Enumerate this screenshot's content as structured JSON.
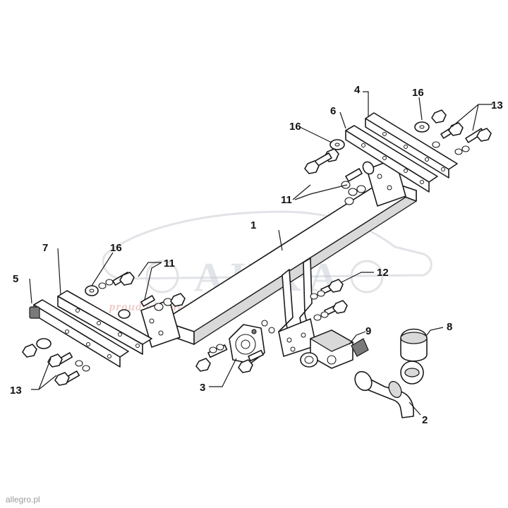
{
  "watermark": {
    "brand": "AHKA",
    "subtitle": "proud of travel"
  },
  "credit": "allegro.pl",
  "callouts": [
    {
      "id": "label-1",
      "text": "1"
    },
    {
      "id": "label-2",
      "text": "2"
    },
    {
      "id": "label-3",
      "text": "3"
    },
    {
      "id": "label-4",
      "text": "4"
    },
    {
      "id": "label-5",
      "text": "5"
    },
    {
      "id": "label-6",
      "text": "6"
    },
    {
      "id": "label-7",
      "text": "7"
    },
    {
      "id": "label-8",
      "text": "8"
    },
    {
      "id": "label-9",
      "text": "9"
    },
    {
      "id": "label-11-right",
      "text": "11"
    },
    {
      "id": "label-11-left",
      "text": "11"
    },
    {
      "id": "label-12",
      "text": "12"
    },
    {
      "id": "label-13-right",
      "text": "13"
    },
    {
      "id": "label-13-left",
      "text": "13"
    },
    {
      "id": "label-16-right-a",
      "text": "16"
    },
    {
      "id": "label-16-right-b",
      "text": "16"
    },
    {
      "id": "label-16-left",
      "text": "16"
    }
  ]
}
